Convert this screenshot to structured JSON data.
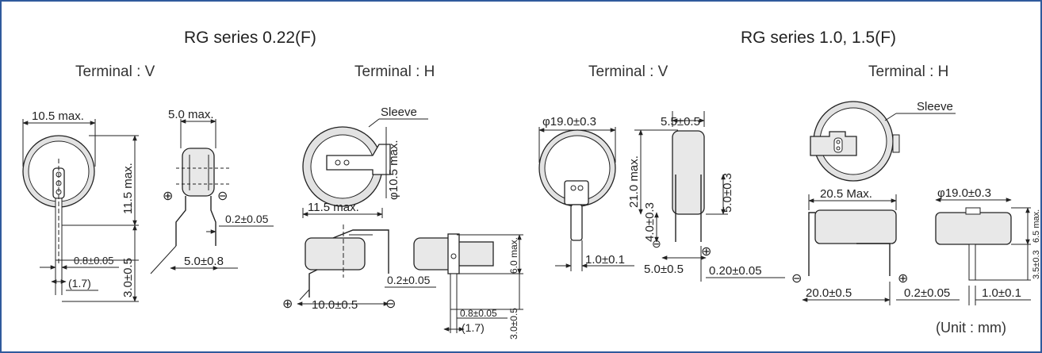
{
  "headers": {
    "series_022": "RG series 0.22(F)",
    "series_1015": "RG series 1.0, 1.5(F)"
  },
  "terminals": {
    "v1": "Terminal : V",
    "h1": "Terminal : H",
    "v2": "Terminal : V",
    "h2": "Terminal : H"
  },
  "unit": "(Unit : mm)",
  "dims": {
    "a_width": "10.5 max.",
    "a_height": "11.5 max.",
    "a_pin": "3.0±0.5",
    "a_lead": "0.8±0.05",
    "a_pitch": "(1.7)",
    "b_thick": "5.0 max.",
    "b_lead": "0.2±0.05",
    "b_pitch": "5.0±0.8",
    "c_sleeve": "Sleeve",
    "c_dia": "φ10.5 max.",
    "c_width": "11.5 max.",
    "c_pitch": "10.0±0.5",
    "c_lead": "0.2±0.05",
    "d_height": "6.0 max.",
    "d_lead": "0.8±0.05",
    "d_pitch": "(1.7)",
    "d_pin": "3.0±0.5",
    "e_dia": "φ19.0±0.3",
    "e_height": "21.0 max.",
    "e_pin": "4.0±0.3",
    "e_lead": "1.0±0.1",
    "f_thick": "5.5±0.5",
    "f_pin": "5.0±0.3",
    "f_pitch": "5.0±0.5",
    "f_lead": "0.20±0.05",
    "g_sleeve": "Sleeve",
    "g_width": "20.5 Max.",
    "g_pitch": "20.0±0.5",
    "g_lead": "0.2±0.05",
    "h_dia": "φ19.0±0.3",
    "h_height": "6.5 max.",
    "h_pin": "3.5±0.3",
    "h_lead": "1.0±0.1"
  },
  "symbols": {
    "plus": "⊕",
    "minus": "⊖"
  }
}
